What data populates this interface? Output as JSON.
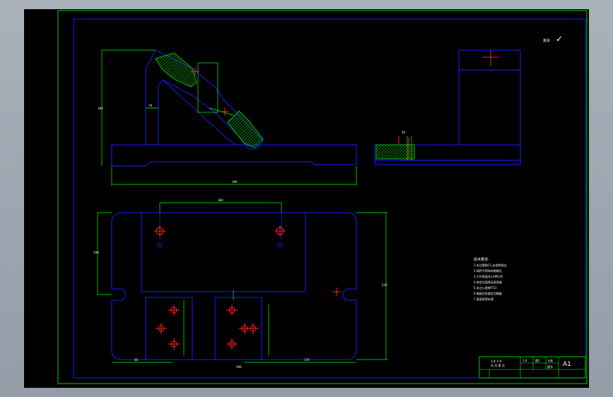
{
  "title_block": {
    "scale_label": "A1",
    "cell_row1": [
      "1∶4",
      "图1",
      "卡具"
    ],
    "cell_row2": [
      "",
      "",
      "图号"
    ],
    "name_text": "1∶4   1∶4",
    "sub_text": "共 页 第 页"
  },
  "roughness_note": {
    "prefix": "其余",
    "symbol": "✓"
  },
  "tech_notes": [
    "技术要求:",
    "1.未注倒角C1,去毛刺锐边",
    "2.铸件不得有砂眼缩孔",
    "3.工作表面淬火HRC45",
    "4.各定位面保证垂直度",
    "5.未注公差按IT12",
    "6.装配后检查定位精度",
    "7.表面发黑处理"
  ],
  "dimensions": {
    "top_height": "184",
    "top_width": "396",
    "top_small": "70",
    "plan_width": "396",
    "plan_height": "236",
    "plan_top": "180",
    "plan_left": "190",
    "plan_b1": "60",
    "plan_b2": "170",
    "side_label": "20"
  },
  "colors": {
    "outline": "#1c1cff",
    "dim": "#00ff00",
    "center": "#ff2020",
    "hatch": "#00e000",
    "frame": "#00d000"
  }
}
